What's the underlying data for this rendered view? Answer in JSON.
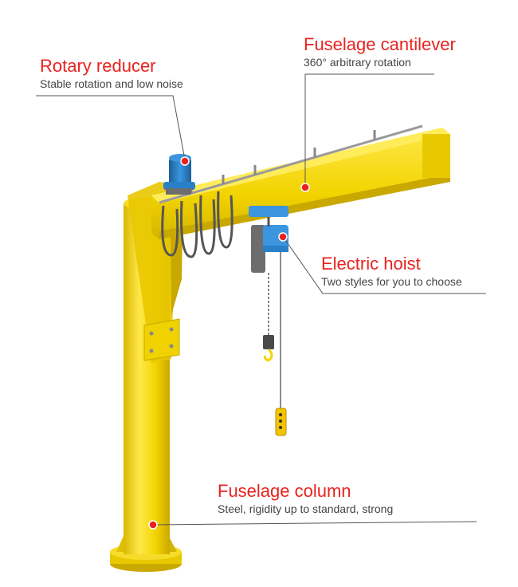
{
  "callouts": {
    "rotary_reducer": {
      "title": "Rotary reducer",
      "subtitle": "Stable rotation and low noise"
    },
    "fuselage_cantilever": {
      "title": "Fuselage cantilever",
      "subtitle": "360° arbitrary rotation"
    },
    "electric_hoist": {
      "title": "Electric hoist",
      "subtitle": "Two styles for you to choose"
    },
    "fuselage_column": {
      "title": "Fuselage column",
      "subtitle": "Steel, rigidity up to standard, strong"
    }
  },
  "colors": {
    "callout_title": "#e8231f",
    "callout_subtitle": "#444444",
    "leader_line": "#555555",
    "crane_yellow": "#f2d400",
    "crane_yellow_dark": "#c9a800",
    "crane_yellow_light": "#ffe84a",
    "motor_blue": "#2a7fc9",
    "hoist_gray": "#6d6d6d"
  }
}
